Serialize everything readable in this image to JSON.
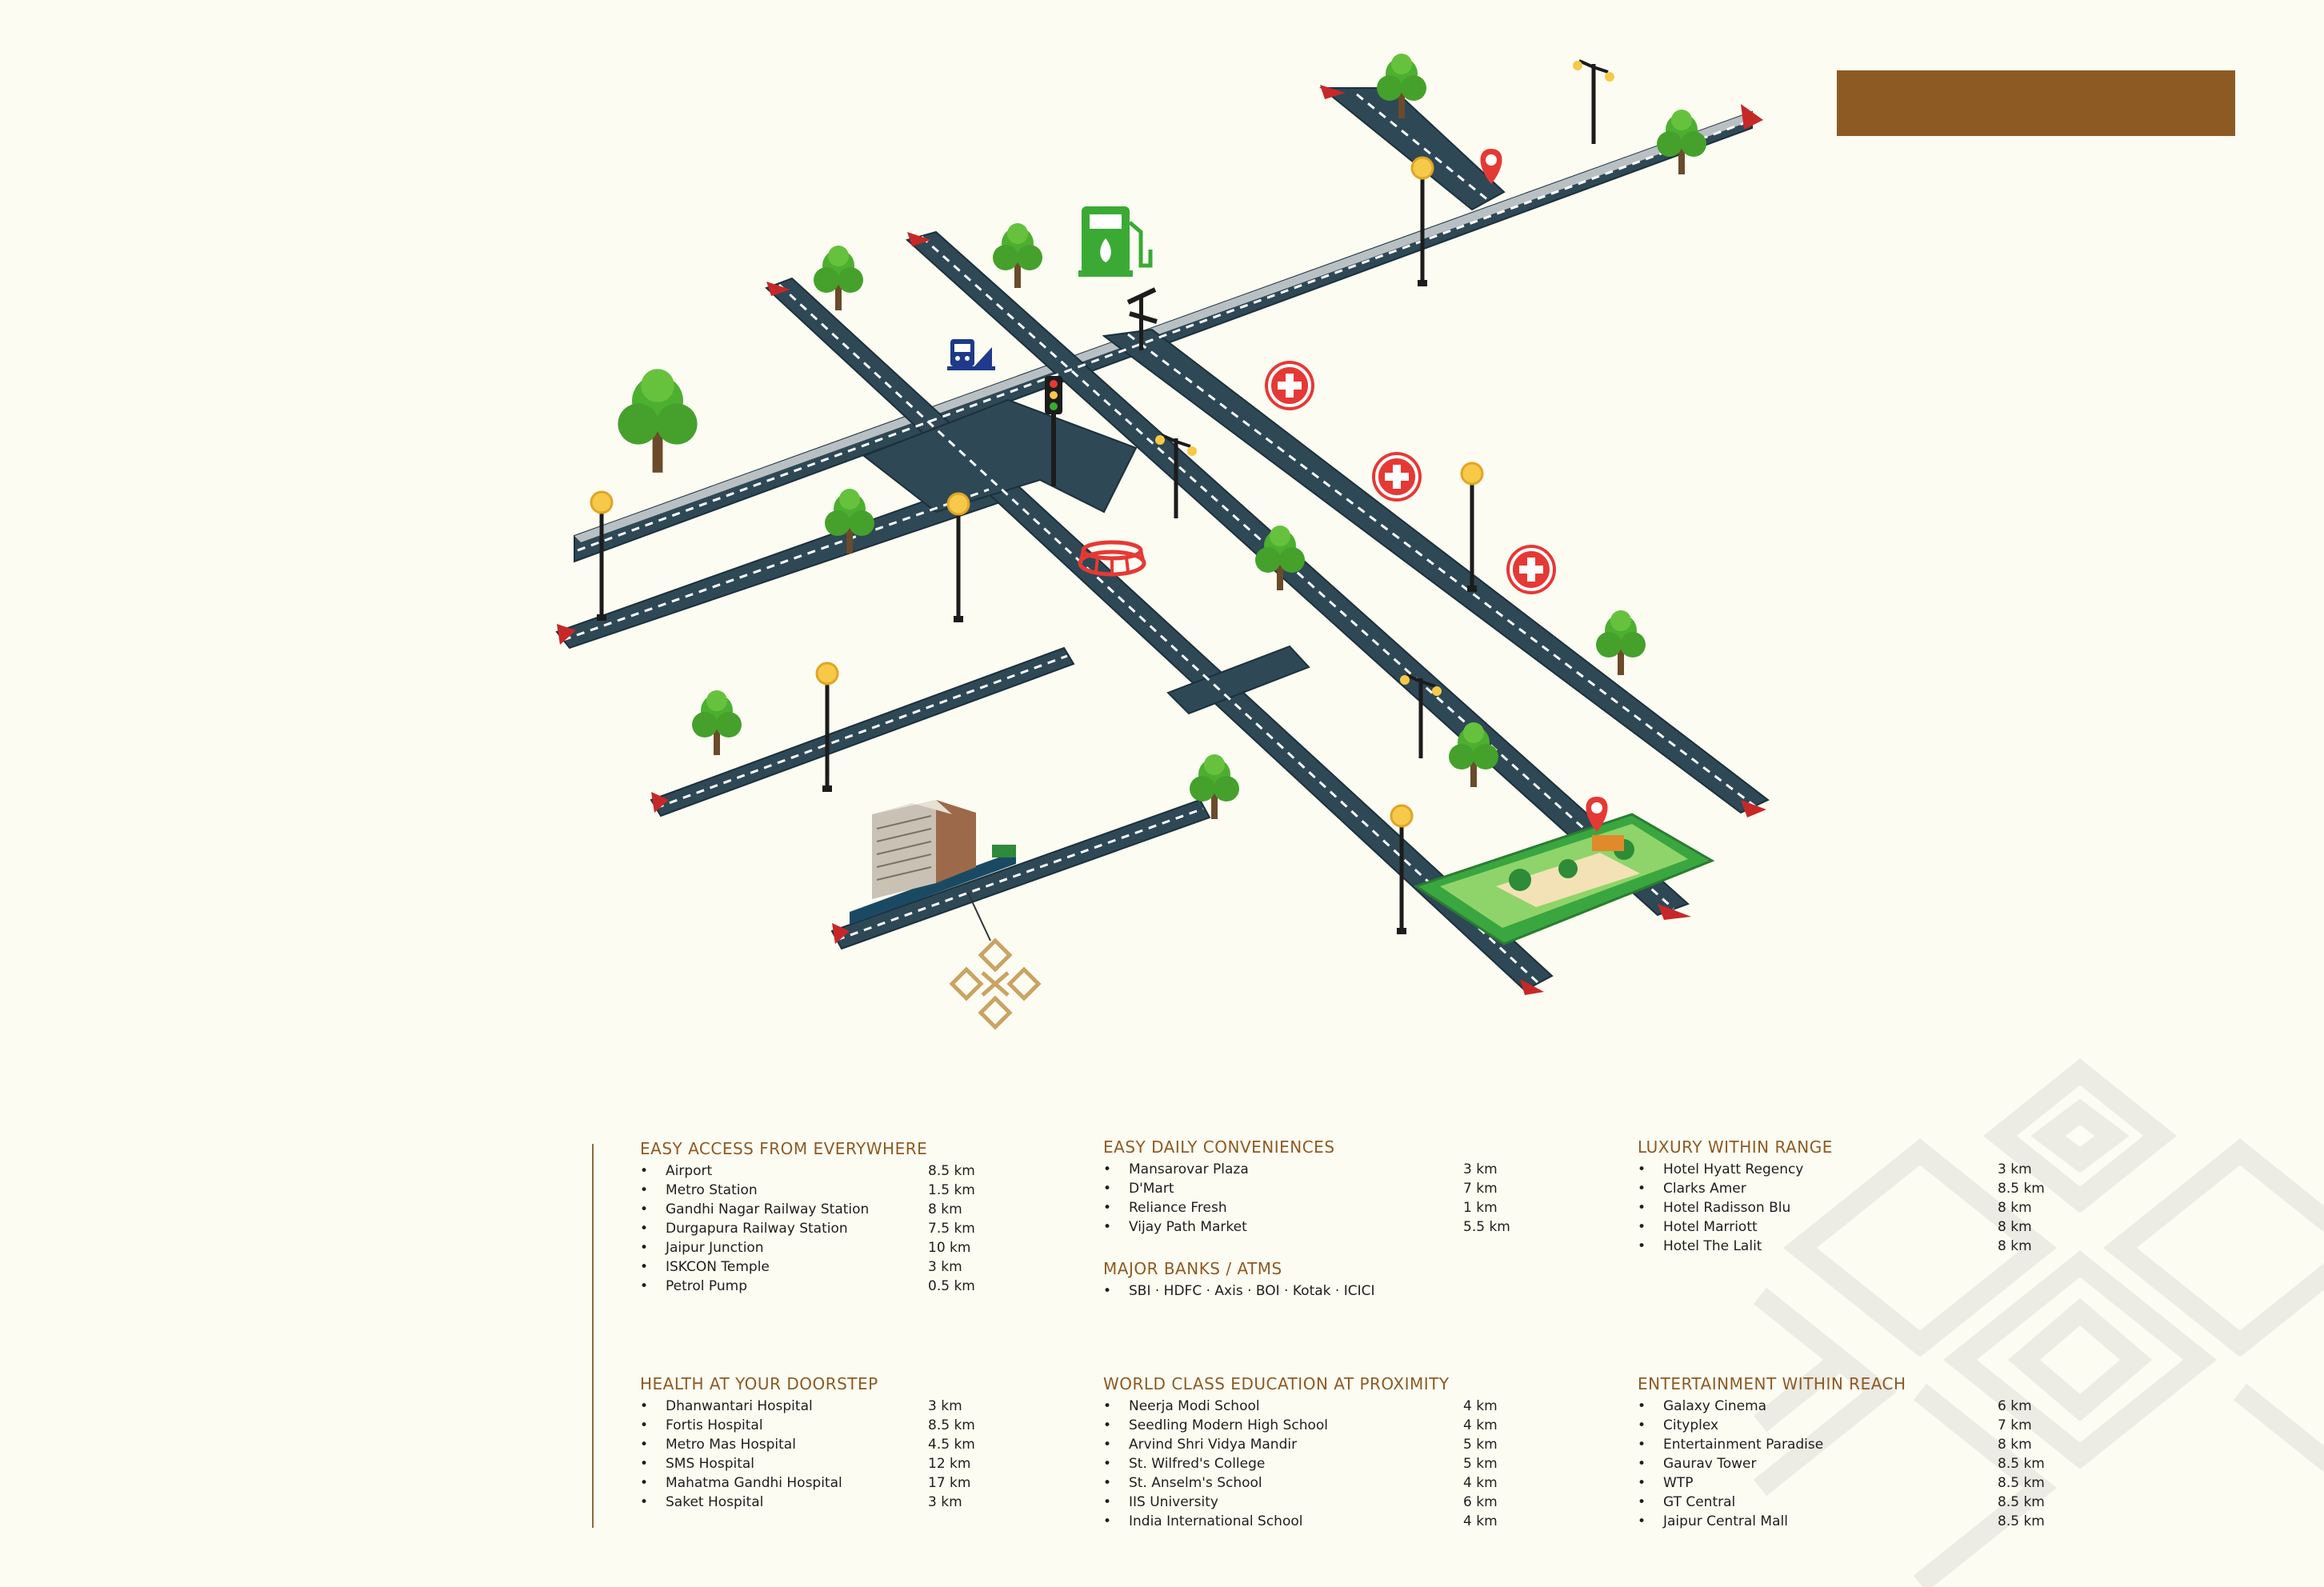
{
  "colors": {
    "background": "#fdfcf2",
    "road": "#2e4856",
    "road_marking": "#ffffff",
    "accent_brown": "#8d5a24",
    "hospital_red": "#e53935",
    "fuel_green": "#3aaa35",
    "metro_blue": "#1f3a8a",
    "tree_green": "#4caf30",
    "lamp_yellow": "#f7c948",
    "text_dark": "#1e1e1e"
  },
  "map": {
    "icons": [
      "tree-icon",
      "street-lamp-icon",
      "location-pin-icon",
      "fuel-station-icon",
      "metro-station-icon",
      "traffic-light-icon",
      "signpost-icon",
      "hospital-icon",
      "stadium-icon",
      "building-icon",
      "park-icon",
      "brand-logo-icon"
    ]
  },
  "sections": {
    "access": {
      "title": "EASY ACCESS FROM EVERYWHERE",
      "items": [
        {
          "name": "Airport",
          "distance": "8.5 km"
        },
        {
          "name": "Metro Station",
          "distance": "1.5 km"
        },
        {
          "name": "Gandhi Nagar Railway Station",
          "distance": "8 km"
        },
        {
          "name": "Durgapura Railway Station",
          "distance": "7.5 km"
        },
        {
          "name": "Jaipur Junction",
          "distance": "10 km"
        },
        {
          "name": "ISKCON Temple",
          "distance": "3 km"
        },
        {
          "name": "Petrol Pump",
          "distance": "0.5 km"
        }
      ]
    },
    "daily": {
      "title": "EASY DAILY CONVENIENCES",
      "items": [
        {
          "name": "Mansarovar Plaza",
          "distance": "3 km"
        },
        {
          "name": "D'Mart",
          "distance": "7 km"
        },
        {
          "name": "Reliance Fresh",
          "distance": "1 km"
        },
        {
          "name": "Vijay Path Market",
          "distance": "5.5 km"
        }
      ]
    },
    "banks": {
      "title": "MAJOR BANKS / ATMS",
      "items": [
        {
          "name": "SBI · HDFC · Axis · BOI · Kotak · ICICI",
          "distance": ""
        }
      ]
    },
    "luxury": {
      "title": "LUXURY WITHIN RANGE",
      "items": [
        {
          "name": "Hotel Hyatt Regency",
          "distance": "3 km"
        },
        {
          "name": "Clarks Amer",
          "distance": "8.5 km"
        },
        {
          "name": "Hotel Radisson Blu",
          "distance": "8 km"
        },
        {
          "name": "Hotel Marriott",
          "distance": "8 km"
        },
        {
          "name": "Hotel The Lalit",
          "distance": "8 km"
        }
      ]
    },
    "health": {
      "title": "HEALTH AT YOUR DOORSTEP",
      "items": [
        {
          "name": "Dhanwantari Hospital",
          "distance": "3 km"
        },
        {
          "name": "Fortis Hospital",
          "distance": "8.5 km"
        },
        {
          "name": "Metro Mas Hospital",
          "distance": "4.5 km"
        },
        {
          "name": "SMS Hospital",
          "distance": "12 km"
        },
        {
          "name": "Mahatma Gandhi Hospital",
          "distance": "17 km"
        },
        {
          "name": "Saket Hospital",
          "distance": "3 km"
        }
      ]
    },
    "education": {
      "title": "WORLD CLASS EDUCATION AT PROXIMITY",
      "items": [
        {
          "name": "Neerja Modi School",
          "distance": "4 km"
        },
        {
          "name": "Seedling Modern High School",
          "distance": "4 km"
        },
        {
          "name": "Arvind Shri Vidya Mandir",
          "distance": "5 km"
        },
        {
          "name": "St. Wilfred's College",
          "distance": "5 km"
        },
        {
          "name": "St. Anselm's School",
          "distance": "4 km"
        },
        {
          "name": "IIS University",
          "distance": "6 km"
        },
        {
          "name": "India International School",
          "distance": "4 km"
        }
      ]
    },
    "entertainment": {
      "title": "ENTERTAINMENT WITHIN REACH",
      "items": [
        {
          "name": "Galaxy Cinema",
          "distance": "6 km"
        },
        {
          "name": "Cityplex",
          "distance": "7 km"
        },
        {
          "name": "Entertainment Paradise",
          "distance": "8 km"
        },
        {
          "name": "Gaurav Tower",
          "distance": "8.5 km"
        },
        {
          "name": "WTP",
          "distance": "8.5 km"
        },
        {
          "name": "GT Central",
          "distance": "8.5 km"
        },
        {
          "name": "Jaipur Central Mall",
          "distance": "8.5 km"
        }
      ]
    }
  }
}
